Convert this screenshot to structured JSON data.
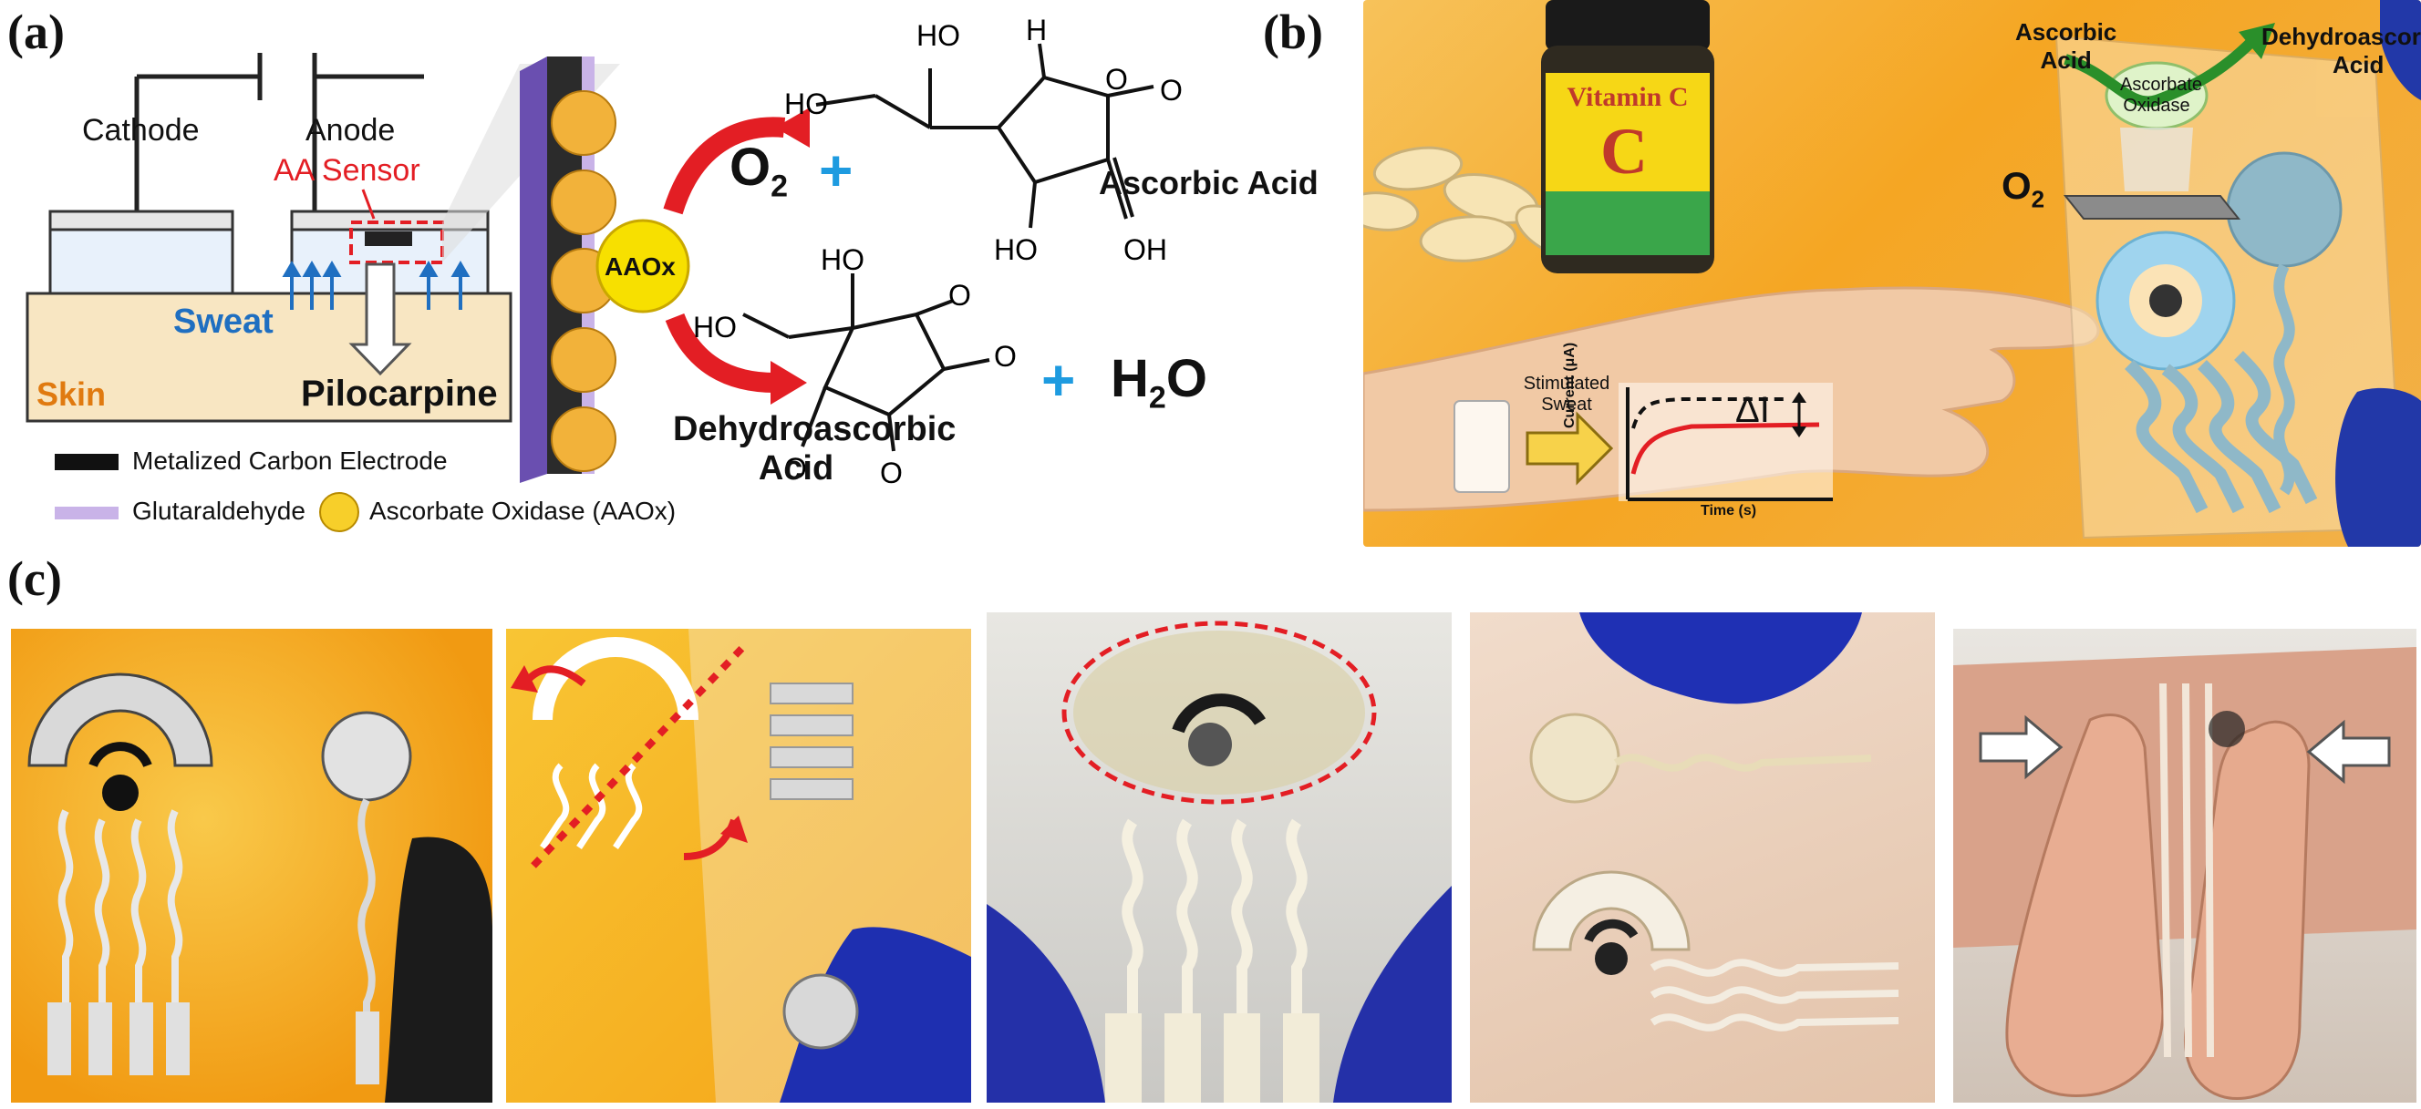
{
  "panels": {
    "a": {
      "label": "(a)",
      "cathode": "Cathode",
      "anode": "Anode",
      "aa_sensor": "AA Sensor",
      "sweat": "Sweat",
      "skin": "Skin",
      "pilocarpine": "Pilocarpine",
      "enzyme": "AAOx",
      "o2_prefix": "O",
      "o2_sub": "2",
      "h2o_prefix": "H",
      "h2o_sub": "2",
      "h2o_suffix": "O",
      "plus": "+",
      "ascorbic_acid": "Ascorbic Acid",
      "dehydro_line1": "Dehydroascorbic",
      "dehydro_line2": "Acid",
      "chem_labels": {
        "ho": "HO",
        "h": "H",
        "o": "O",
        "oh": "OH"
      },
      "legend": [
        {
          "text": "Metalized Carbon Electrode"
        },
        {
          "text": "Glutaraldehyde"
        },
        {
          "text": "Ascorbate Oxidase (AAOx)"
        }
      ],
      "colors": {
        "sweat": "#1f6fc1",
        "skin": "#e07a10",
        "sensor": "#e31e24",
        "skin_fill": "#f8e6c2",
        "gel_fill": "#e8f1fb",
        "glut": "#c9b3e8",
        "enzyme": "#f2b23a",
        "arrow": "#e31e24",
        "plus": "#1e9be0"
      }
    },
    "b": {
      "label": "(b)",
      "ascorbic_acid_l1": "Ascorbic",
      "ascorbic_acid_l2": "Acid",
      "dehydro_l1": "Dehydroascorbic",
      "dehydro_l2": "Acid",
      "oxidase_l1": "Ascorbate",
      "oxidase_l2": "Oxidase",
      "o2_prefix": "O",
      "o2_sub": "2",
      "bottle_label": "Vitamin C",
      "bottle_letter": "C",
      "stimulated_l1": "Stimulated",
      "stimulated_l2": "Sweat",
      "delta_i": "ΔI",
      "current_axis": "Current (μA)",
      "time_axis": "Time (s)",
      "colors": {
        "background": "#f6b13a",
        "trace": "#e31e24",
        "arrow": "#2a8f2a"
      }
    },
    "c": {
      "label": "(c)"
    }
  }
}
